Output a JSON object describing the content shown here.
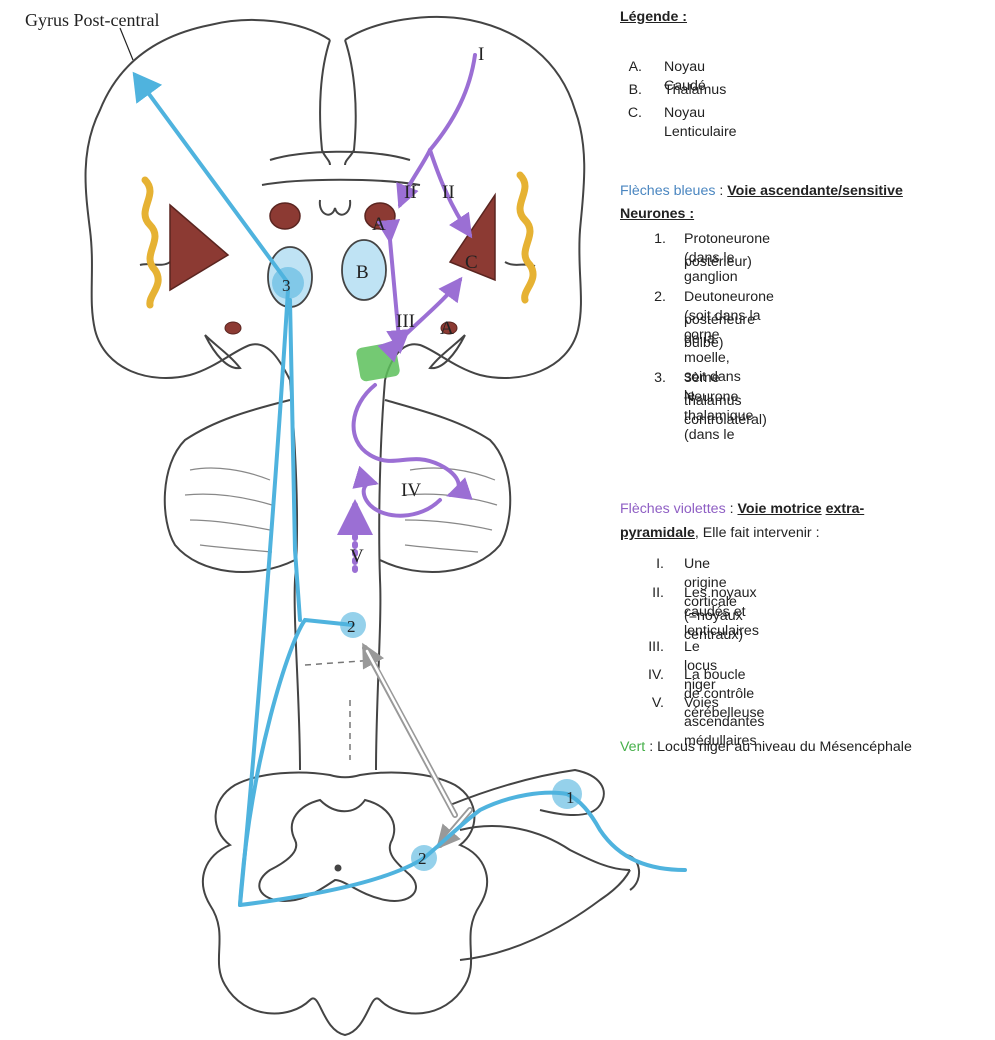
{
  "diagram": {
    "top_label": "Gyrus Post-central",
    "labels": {
      "I": "I",
      "II_left": "II",
      "II_right": "II",
      "III": "III",
      "IV": "IV",
      "V": "V",
      "A_left": "A",
      "A_right": "A",
      "B": "B",
      "C": "C",
      "n3": "3",
      "n2_upper": "2",
      "n2_lower": "2",
      "n1": "1"
    },
    "colors": {
      "blue": "#4fb3de",
      "violet": "#9b6fd4",
      "green": "#5cbf5a",
      "nuclei": "#8c3a33",
      "yellow": "#e6b233",
      "grey_arrow": "#999999",
      "outline": "#444444"
    }
  },
  "legend": {
    "title": "Légende :",
    "abc": [
      {
        "letter": "A.",
        "text": "Noyau Caudé"
      },
      {
        "letter": "B.",
        "text": "Thalamus"
      },
      {
        "letter": "C.",
        "text": "Noyau Lenticulaire"
      }
    ],
    "blue_header": {
      "label": "Flèches bleues",
      "sep": " : ",
      "keyword": "Voie ascendante/sensitive"
    },
    "neurones_title": "Neurones :",
    "neurones": [
      {
        "n": "1.",
        "lines": [
          "Protoneurone (dans le ganglion",
          "postérieur)"
        ]
      },
      {
        "n": "2.",
        "lines": [
          "Deutoneurone (soit dans la corne",
          "postérieure de la moelle, soit dans le",
          "bulbe)"
        ]
      },
      {
        "n": "3.",
        "lines": [
          "3ème Neurone thalamique (dans le",
          "thalamus controlatéral)"
        ]
      }
    ],
    "violet_header": {
      "label": "Flèches violettes",
      "sep": " : ",
      "kw1": "Voie motrice",
      "kw2": "extra-",
      "kw3": "pyramidale",
      "rest": ", Elle fait intervenir :"
    },
    "roman": [
      {
        "n": "I.",
        "lines": [
          "Une origine corticale"
        ]
      },
      {
        "n": "II.",
        "lines": [
          "Les noyaux caudés et lenticulaires",
          "(=noyaux centraux)"
        ]
      },
      {
        "n": "III.",
        "lines": [
          "Le locus niger"
        ]
      },
      {
        "n": "IV.",
        "lines": [
          "La boucle de contrôle cérébelleuse"
        ]
      },
      {
        "n": "V.",
        "lines": [
          "Voies ascendantes médullaires"
        ]
      }
    ],
    "green_line": {
      "label": "Vert",
      "rest": " : Locus niger au niveau du Mésencéphale"
    }
  }
}
